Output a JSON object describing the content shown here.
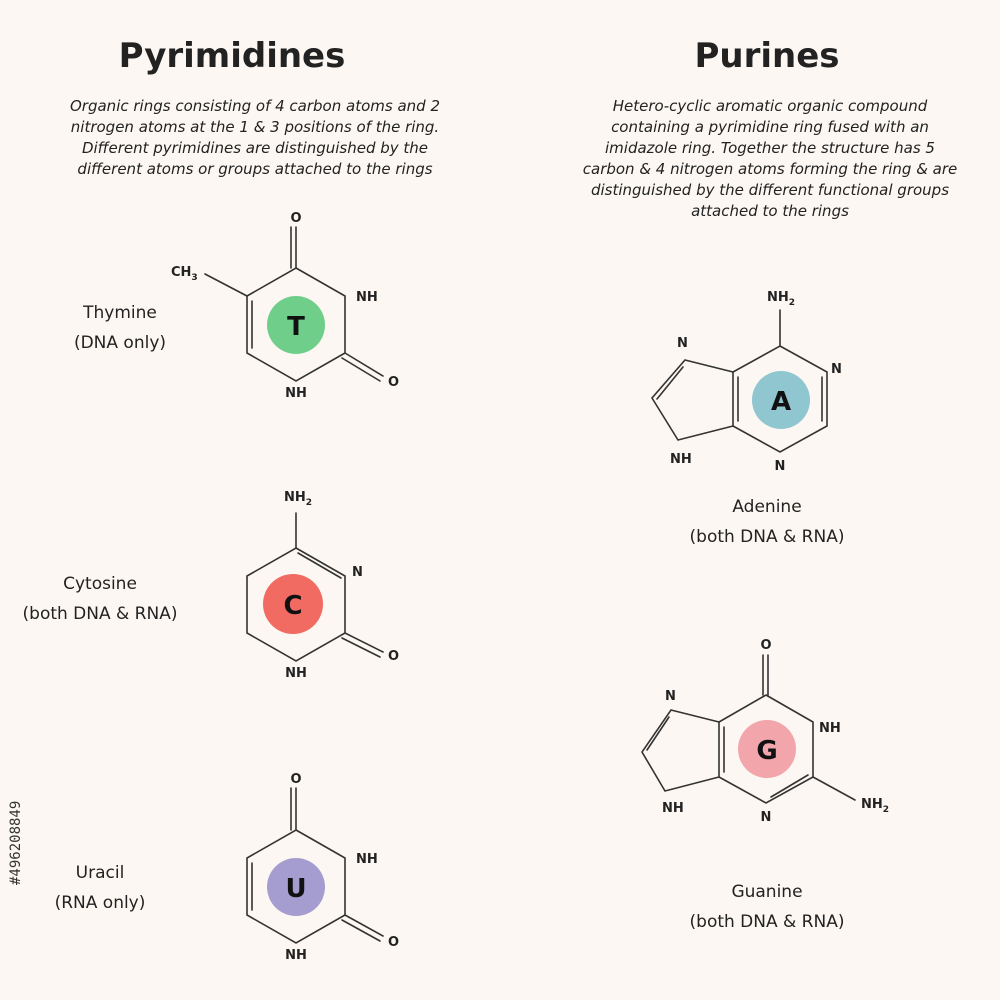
{
  "pyrimidines": {
    "title": "Pyrimidines",
    "description": [
      "Organic rings consisting of 4 carbon atoms and 2",
      "nitrogen atoms at the 1 & 3 positions of the ring.",
      "Different pyrimidines are distinguished by the",
      "different atoms or groups attached to the rings"
    ],
    "bases": [
      {
        "name": "Thymine",
        "note": "(DNA only)",
        "letter": "T",
        "color": "#6fcf8a",
        "atoms": {
          "o_top": "O",
          "ch3": "CH",
          "ch3_sub": "3",
          "nh_right": "NH",
          "o_right": "O",
          "nh_bottom": "NH"
        }
      },
      {
        "name": "Cytosine",
        "note": "(both DNA & RNA)",
        "letter": "C",
        "color": "#f26b63",
        "atoms": {
          "nh2": "NH",
          "nh2_sub": "2",
          "n_right": "N",
          "o_right": "O",
          "nh_bottom": "NH"
        }
      },
      {
        "name": "Uracil",
        "note": "(RNA only)",
        "letter": "U",
        "color": "#a59ccf",
        "atoms": {
          "o_top": "O",
          "nh_right": "NH",
          "o_right": "O",
          "nh_bottom": "NH"
        }
      }
    ]
  },
  "purines": {
    "title": "Purines",
    "description": [
      "Hetero-cyclic aromatic organic compound",
      "containing a pyrimidine ring fused with an",
      "imidazole ring. Together the structure has 5",
      "carbon & 4 nitrogen atoms forming the ring & are",
      "distinguished by the different functional groups",
      "attached to the rings"
    ],
    "bases": [
      {
        "name": "Adenine",
        "note": "(both DNA & RNA)",
        "letter": "A",
        "color": "#8fc6cf",
        "atoms": {
          "nh2": "NH",
          "nh2_sub": "2",
          "n_left": "N",
          "n_right": "N",
          "nh_left": "NH",
          "n_bottom": "N"
        }
      },
      {
        "name": "Guanine",
        "note": "(both DNA & RNA)",
        "letter": "G",
        "color": "#f2a5ab",
        "atoms": {
          "o_top": "O",
          "n_left": "N",
          "nh_right": "NH",
          "nh_left": "NH",
          "n_bottom": "N",
          "nh2": "NH",
          "nh2_sub": "2"
        }
      }
    ]
  },
  "watermark_id": "#496208849"
}
